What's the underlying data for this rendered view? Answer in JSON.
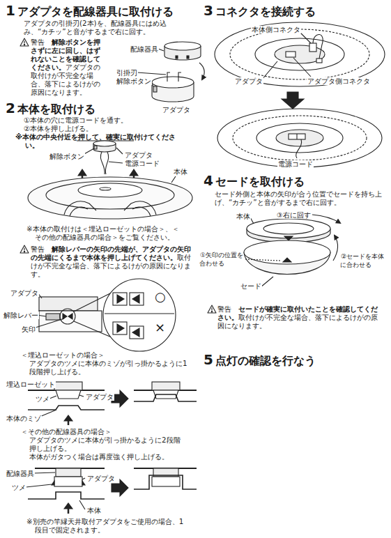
{
  "diagram": {
    "labels": [
      "1",
      "アダプタを配線器具に取付ける",
      "アダプタの引掛刃(2本)を、配線器具にはめ込み、“カチッ”と音がするまで右に回す。",
      "警告",
      "解除ボタンを押さずに左に回し、はずれないことを確認してください。",
      "アダプタの取付けが不完全な場合、落下によるけがの原因になります。",
      "配線器具",
      "引掛刃",
      "解除ボタン",
      "アダプタ",
      "2",
      "本体を取付ける",
      "①本体の穴に電源コードを通す。",
      "②本体を押し上げる。",
      "※本体の中央付近を押して、確実に取付けてください。",
      "解除ボタン",
      "アダプタ",
      "電源コード",
      "本体",
      "※本体の取付けは＜埋込ローゼットの場合＞、＜その他の配線器具の場合＞をご覧ください。",
      "警告",
      "解除レバーの矢印の先端が、アダプタの矢印の先端にくるまで本体を押し上げてください。",
      "取付けが不完全な場合、落下によるけがの原因になります。",
      "アダプタ",
      "解除レバー",
      "矢印",
      "○",
      "×",
      "＜埋込ローゼットの場合＞",
      "アダプタのツメに本体のミゾが引っ掛かるように1段階押し上げる。",
      "埋込ローゼット",
      "ツメ",
      "アダプタ",
      "本体のミゾ",
      "＜その他の配線器具の場合＞",
      "アダプタのツメに本体が引っ掛かるように2段階押し上げる。",
      "本体がガタつく場合は再度強く押し上げる。",
      "配線器具",
      "ツメ",
      "アダプタ",
      "本体",
      "※別売の竿縁天井取付アダプタをご使用の場合、1段目で固定されます。",
      "3",
      "コネクタを接続する",
      "本体側コネクタ",
      "アダプタ",
      "アダプタ側コネクタ",
      "電源コード",
      "4",
      "セードを取付ける",
      "セード外側と本体の矢印が合う位置でセードを持ち上げ、“カチッ”と音がするまで右に回す。",
      "本体",
      "③右に回す",
      "①矢印の位置を合わせる",
      "②セードを本体に合わせる",
      "セード",
      "警告",
      "セードが確実に取付いたことを確認してください。",
      "取付けが不完全な場合、落下によるけがの原因になります。",
      "5",
      "点灯の確認を行なう"
    ]
  }
}
